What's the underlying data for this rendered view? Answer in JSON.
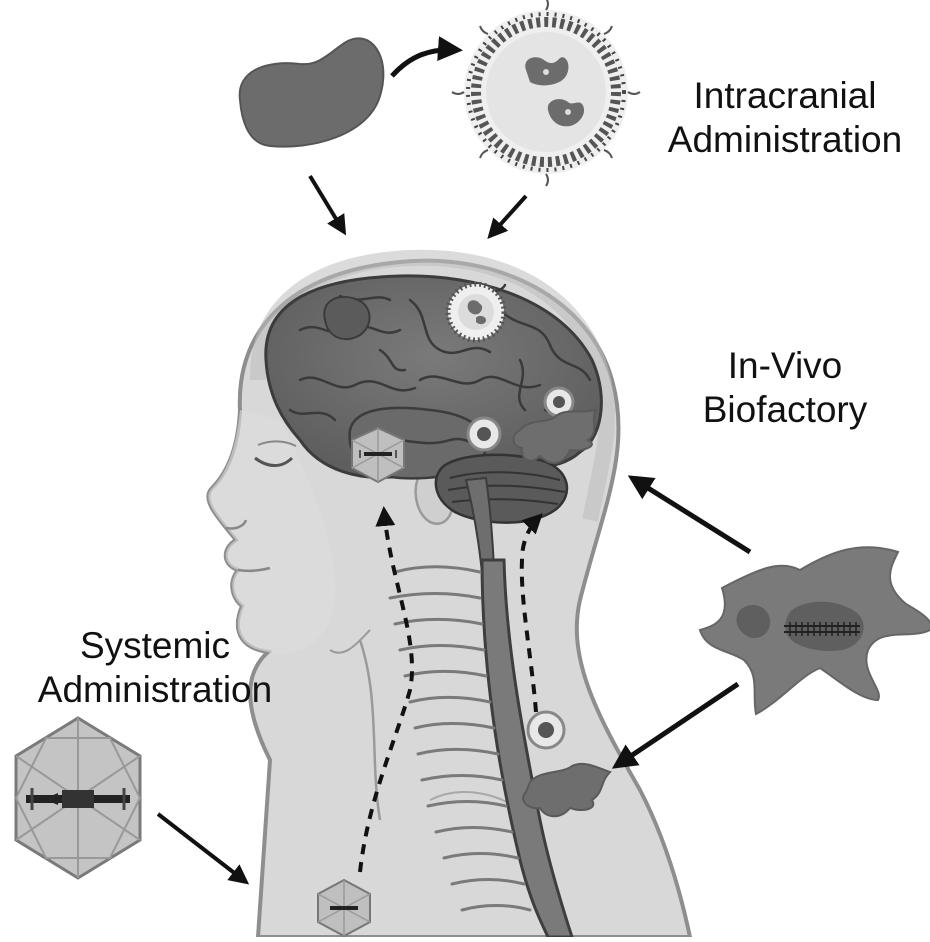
{
  "labels": {
    "intracranial": {
      "line1": "Intracranial",
      "line2": "Administration"
    },
    "in_vivo": {
      "line1": "In-Vivo",
      "line2": "Biofactory"
    },
    "systemic": {
      "line1": "Systemic",
      "line2": "Administration"
    }
  },
  "colors": {
    "skin": "#d6d6d6",
    "skin_outline": "#8a8a8a",
    "brain": "#6d6d6d",
    "brain_dark": "#555555",
    "cell": "#7a7a7a",
    "arrow": "#111111"
  }
}
